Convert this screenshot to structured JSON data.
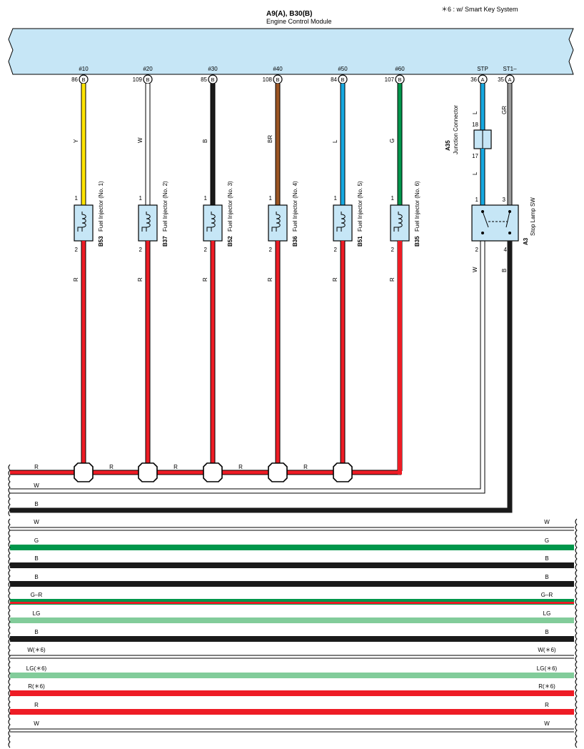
{
  "header": {
    "note": "＊6 : w/ Smart Key System",
    "ecm_code": "A9(A), B30(B)",
    "ecm_name": "Engine Control Module"
  },
  "ecm_terminals": [
    {
      "signal": "#10",
      "pin": "86",
      "connector": "B",
      "wire": "Y",
      "color": "#ffe400"
    },
    {
      "signal": "#20",
      "pin": "109",
      "connector": "B",
      "wire": "W",
      "color": "#ffffff"
    },
    {
      "signal": "#30",
      "pin": "85",
      "connector": "B",
      "wire": "B",
      "color": "#1a1a1a"
    },
    {
      "signal": "#40",
      "pin": "108",
      "connector": "B",
      "wire": "BR",
      "color": "#9b5524"
    },
    {
      "signal": "#50",
      "pin": "84",
      "connector": "B",
      "wire": "L",
      "color": "#16a8e0"
    },
    {
      "signal": "#60",
      "pin": "107",
      "connector": "B",
      "wire": "G",
      "color": "#00964b"
    },
    {
      "signal": "STP",
      "pin": "36",
      "connector": "A",
      "wire": "L",
      "color": "#16a8e0"
    },
    {
      "signal": "ST1–",
      "pin": "35",
      "connector": "A",
      "wire": "GR",
      "color": "#999999"
    }
  ],
  "injectors": [
    {
      "code": "B53",
      "name": "Fuel Injector (No. 1)",
      "pin_in": "1",
      "pin_out": "2",
      "out_wire": "R"
    },
    {
      "code": "B37",
      "name": "Fuel Injector (No. 2)",
      "pin_in": "1",
      "pin_out": "2",
      "out_wire": "R"
    },
    {
      "code": "B52",
      "name": "Fuel Injector (No. 3)",
      "pin_in": "1",
      "pin_out": "2",
      "out_wire": "R"
    },
    {
      "code": "B36",
      "name": "Fuel Injector (No. 4)",
      "pin_in": "1",
      "pin_out": "2",
      "out_wire": "R"
    },
    {
      "code": "B51",
      "name": "Fuel Injector (No. 5)",
      "pin_in": "1",
      "pin_out": "2",
      "out_wire": "R"
    },
    {
      "code": "B35",
      "name": "Fuel Injector (No. 6)",
      "pin_in": "1",
      "pin_out": "2",
      "out_wire": "R"
    }
  ],
  "junction_connector": {
    "code": "A35",
    "name": "Junction Connector",
    "pin_top": "18",
    "pin_bottom": "17",
    "wire_lower": "L"
  },
  "stop_lamp_switch": {
    "code": "A3",
    "name": "Stop Lamp SW",
    "pin1": "1",
    "pin2": "2",
    "pin3": "3",
    "pin4": "4",
    "wire_pin2": "W",
    "wire_pin4": "B"
  },
  "splice_labels": [
    "R",
    "R",
    "R",
    "R",
    "R",
    "R"
  ],
  "left_wires": [
    {
      "label": "R",
      "color": "#ee1c25"
    },
    {
      "label": "W",
      "color": "#ffffff"
    },
    {
      "label": "B",
      "color": "#1a1a1a"
    }
  ],
  "bus_wires": [
    {
      "left": "W",
      "right": "W",
      "color": "#ffffff"
    },
    {
      "left": "G",
      "right": "G",
      "color": "#00964b"
    },
    {
      "left": "B",
      "right": "B",
      "color": "#1a1a1a"
    },
    {
      "left": "B",
      "right": "B",
      "color": "#1a1a1a"
    },
    {
      "left": "G–R",
      "right": "G–R",
      "color": "#00964b",
      "stripe": "#ee1c25"
    },
    {
      "left": "LG",
      "right": "LG",
      "color": "#82cc9a"
    },
    {
      "left": "B",
      "right": "B",
      "color": "#1a1a1a"
    },
    {
      "left": "W(＊6)",
      "right": "W(＊6)",
      "color": "#ffffff"
    },
    {
      "left": "LG(＊6)",
      "right": "LG(＊6)",
      "color": "#82cc9a"
    },
    {
      "left": "R(＊6)",
      "right": "R(＊6)",
      "color": "#ee1c25"
    },
    {
      "left": "R",
      "right": "R",
      "color": "#ee1c25"
    },
    {
      "left": "W",
      "right": "W",
      "color": "#ffffff"
    }
  ],
  "colors": {
    "ecm_fill": "#c6e6f6",
    "component_fill": "#c6e6f6",
    "red": "#ee1c25",
    "outline": "#000000"
  }
}
